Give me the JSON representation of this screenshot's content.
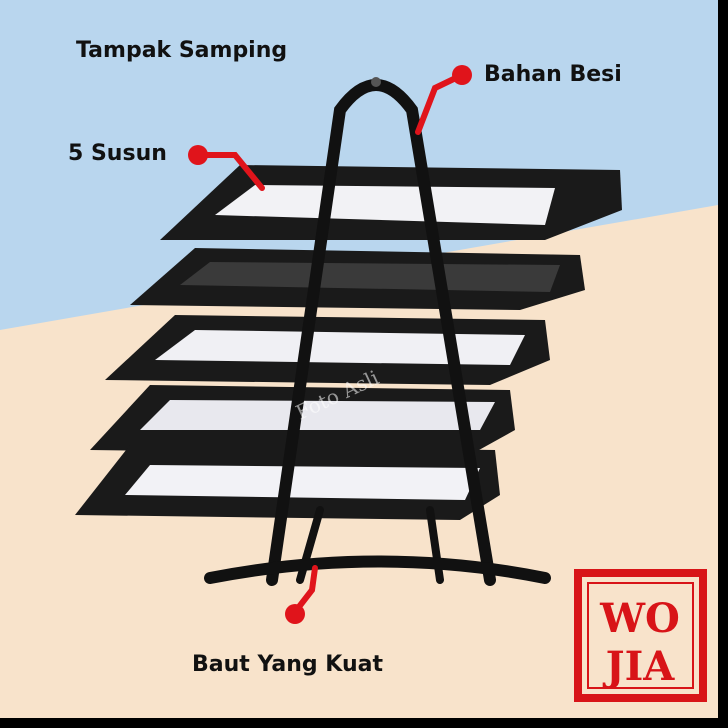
{
  "labels": {
    "title": "Tampak Samping",
    "material": "Bahan Besi",
    "tiers": "5 Susun",
    "bolt": "Baut Yang Kuat"
  },
  "watermark": "Foto Asli",
  "logo": {
    "line1": "WO",
    "line2": "JIA"
  },
  "colors": {
    "sky": "#b9d6ee",
    "floor": "#f8e3cb",
    "accent": "#e0141b",
    "frame": "#111111"
  }
}
